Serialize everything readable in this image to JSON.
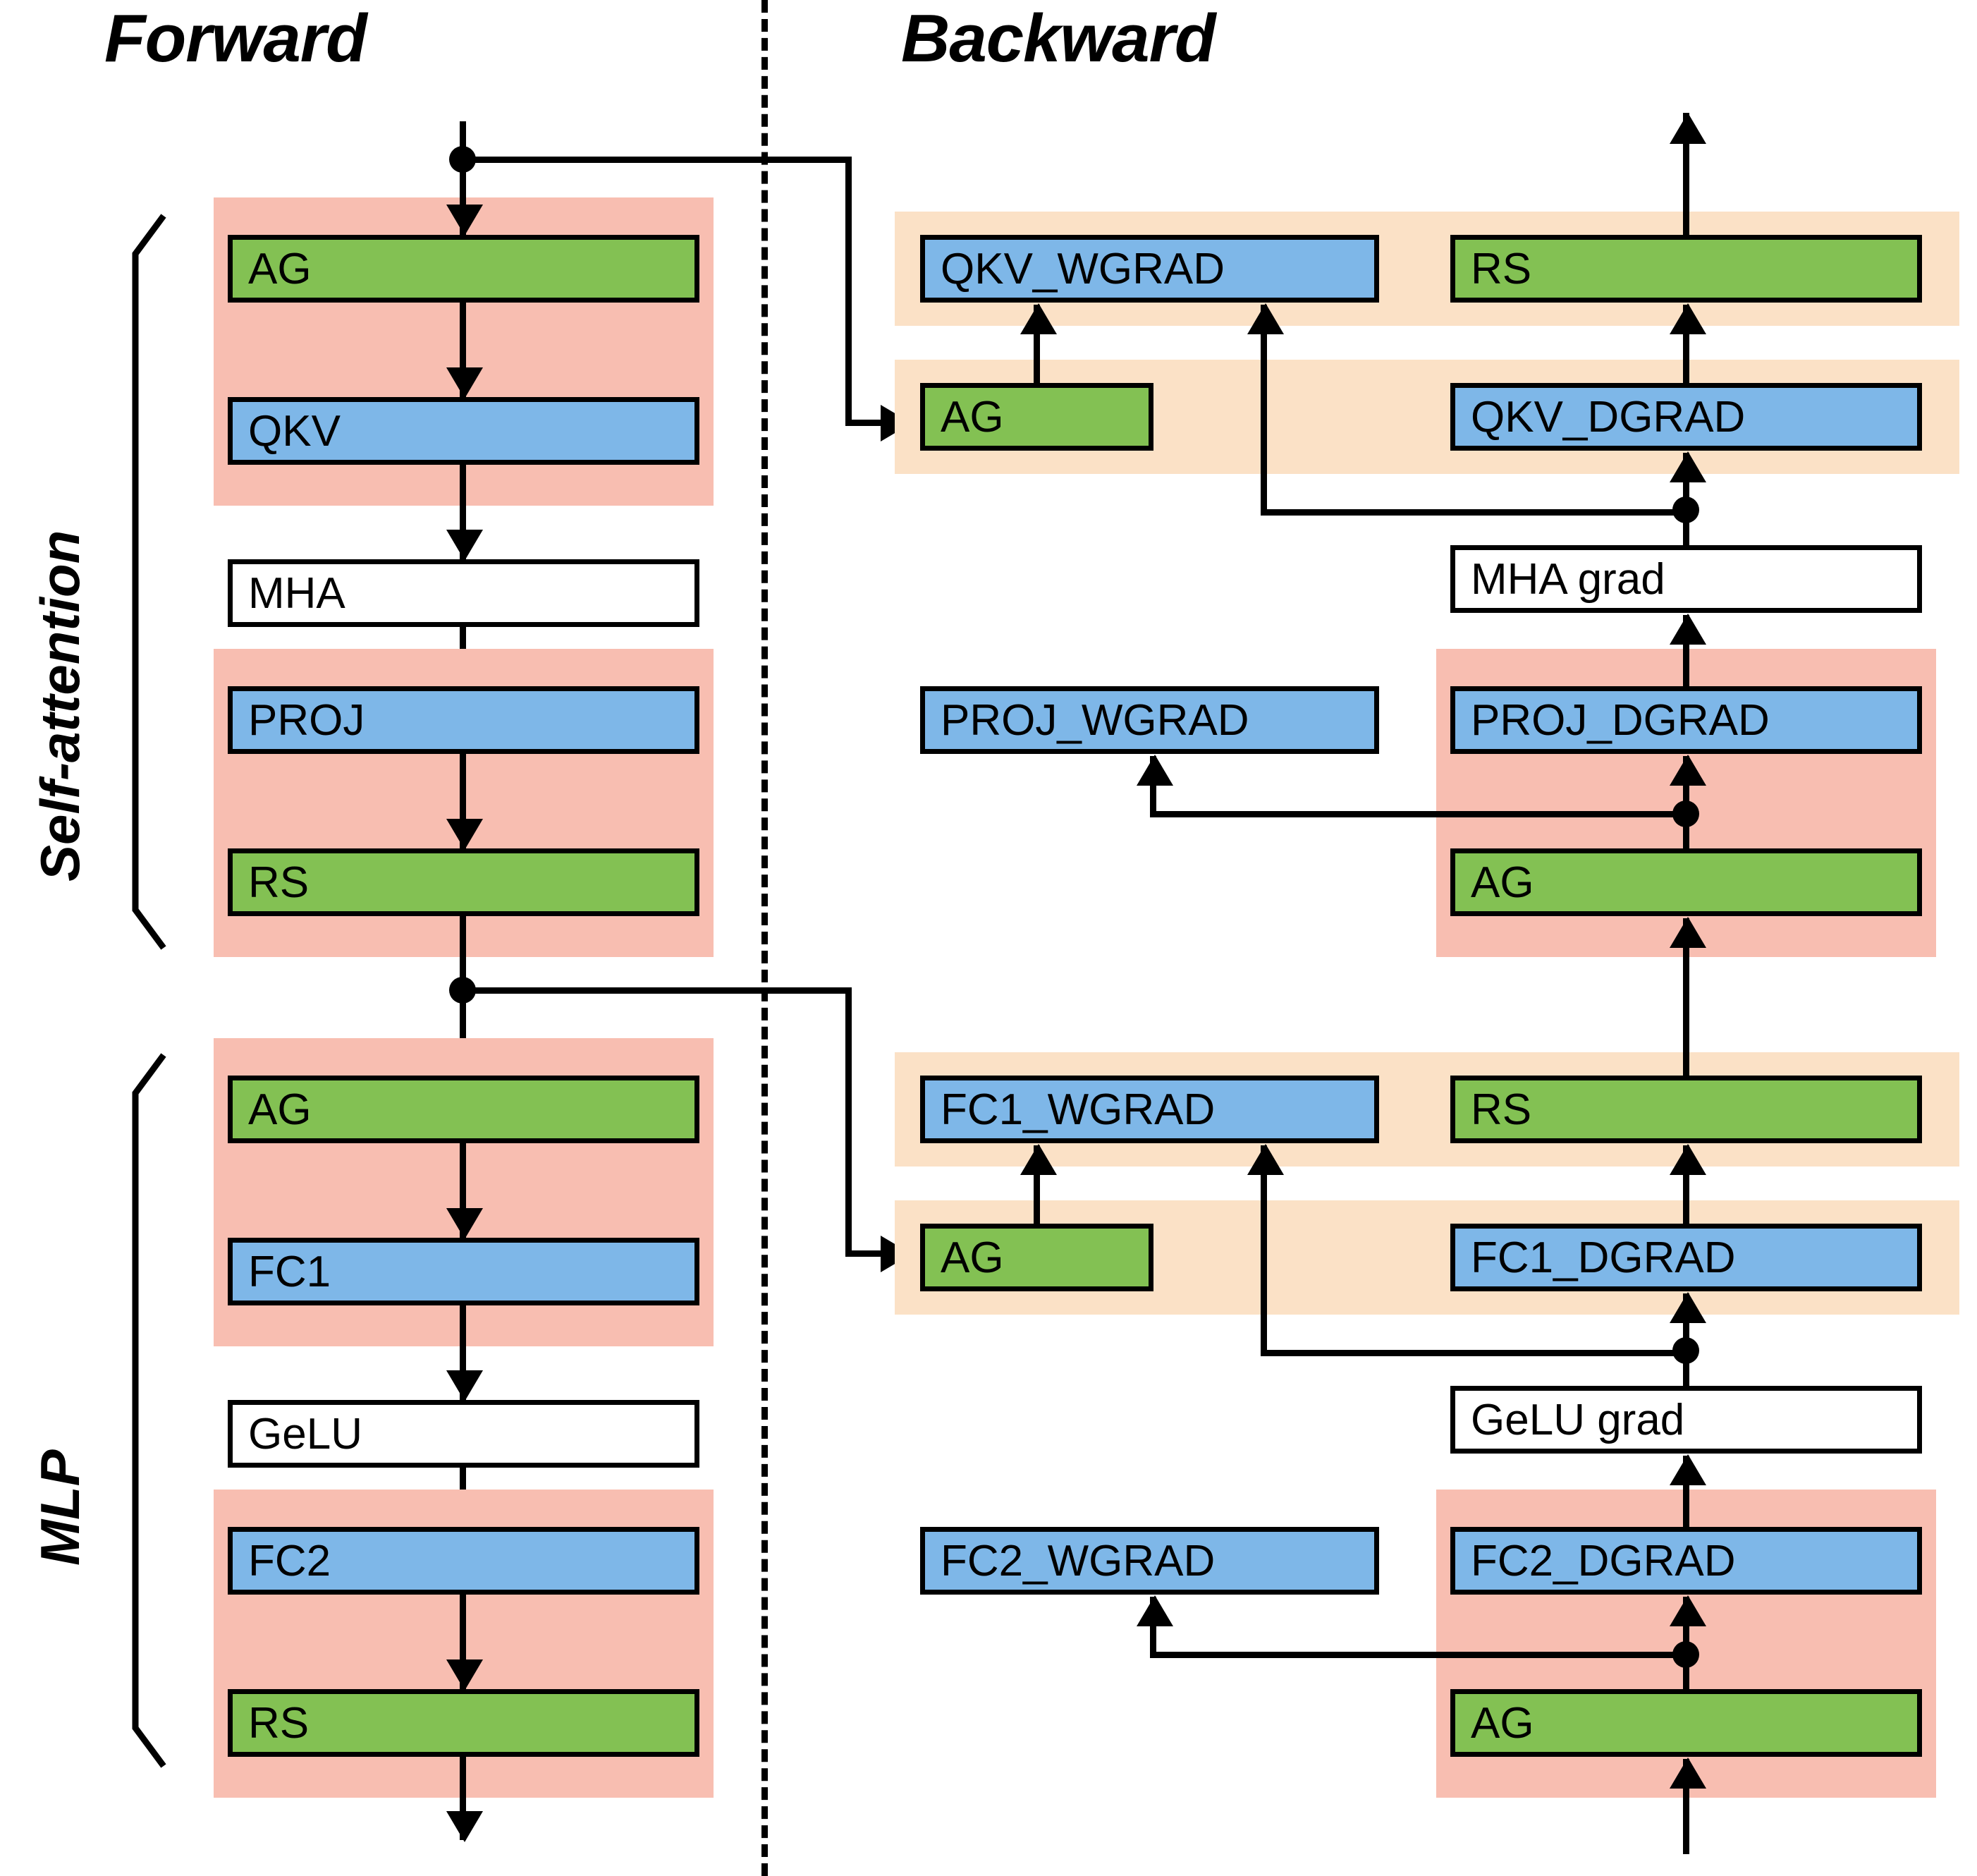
{
  "figure": {
    "type": "flow-diagram",
    "title_forward": "Forward",
    "title_backward": "Backward",
    "colors": {
      "green": "#83C153",
      "blue": "#7EB7E8",
      "pink_band": "#F8BEB1",
      "orange_band": "#FBE1C6",
      "white_node": "#FFFFFF",
      "stroke": "#000000"
    }
  },
  "headers": {
    "forward": "Forward",
    "backward": "Backward"
  },
  "side_labels": {
    "self_attention": "Self-attention",
    "mlp": "MLP"
  },
  "forward": {
    "self_attention": {
      "band_label": "pink-overlap-band",
      "nodes": [
        {
          "label": "AG",
          "kind": "green"
        },
        {
          "label": "QKV",
          "kind": "blue"
        },
        {
          "label": "MHA",
          "kind": "white"
        },
        {
          "label": "PROJ",
          "kind": "blue"
        },
        {
          "label": "RS",
          "kind": "green"
        }
      ]
    },
    "mlp": {
      "band_label": "pink-overlap-band",
      "nodes": [
        {
          "label": "AG",
          "kind": "green"
        },
        {
          "label": "FC1",
          "kind": "blue"
        },
        {
          "label": "GeLU",
          "kind": "white"
        },
        {
          "label": "FC2",
          "kind": "blue"
        },
        {
          "label": "RS",
          "kind": "green"
        }
      ]
    }
  },
  "backward": {
    "self_attention": {
      "nodes": [
        {
          "label": "QKV_WGRAD",
          "kind": "blue",
          "band": "orange"
        },
        {
          "label": "RS",
          "kind": "green",
          "band": "orange"
        },
        {
          "label": "AG",
          "kind": "green",
          "band": "orange"
        },
        {
          "label": "QKV_DGRAD",
          "kind": "blue",
          "band": "orange"
        },
        {
          "label": "MHA grad",
          "kind": "white",
          "band": "none"
        },
        {
          "label": "PROJ_WGRAD",
          "kind": "blue",
          "band": "none"
        },
        {
          "label": "PROJ_DGRAD",
          "kind": "blue",
          "band": "pink"
        },
        {
          "label": "AG",
          "kind": "green",
          "band": "pink"
        }
      ]
    },
    "mlp": {
      "nodes": [
        {
          "label": "FC1_WGRAD",
          "kind": "blue",
          "band": "orange"
        },
        {
          "label": "RS",
          "kind": "green",
          "band": "orange"
        },
        {
          "label": "AG",
          "kind": "green",
          "band": "orange"
        },
        {
          "label": "FC1_DGRAD",
          "kind": "blue",
          "band": "orange"
        },
        {
          "label": "GeLU grad",
          "kind": "white",
          "band": "none"
        },
        {
          "label": "FC2_WGRAD",
          "kind": "blue",
          "band": "none"
        },
        {
          "label": "FC2_DGRAD",
          "kind": "blue",
          "band": "pink"
        },
        {
          "label": "AG",
          "kind": "green",
          "band": "pink"
        }
      ]
    }
  }
}
